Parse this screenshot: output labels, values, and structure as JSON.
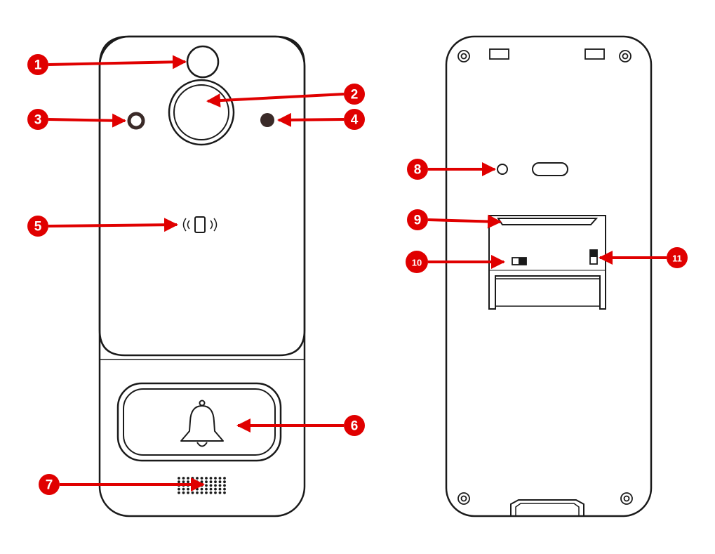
{
  "colors": {
    "outline": "#1a1a1a",
    "accent": "#e00000",
    "background": "#ffffff",
    "dark_lens": "#3a2a28"
  },
  "icons": {
    "card_reader": "nfc-card-icon",
    "doorbell": "bell-icon"
  },
  "callouts": [
    {
      "id": "1",
      "label": "1"
    },
    {
      "id": "2",
      "label": "2"
    },
    {
      "id": "3",
      "label": "3"
    },
    {
      "id": "4",
      "label": "4"
    },
    {
      "id": "5",
      "label": "5"
    },
    {
      "id": "6",
      "label": "6"
    },
    {
      "id": "7",
      "label": "7"
    },
    {
      "id": "8",
      "label": "8"
    },
    {
      "id": "9",
      "label": "9"
    },
    {
      "id": "10",
      "label": "10"
    },
    {
      "id": "11",
      "label": "11"
    }
  ]
}
